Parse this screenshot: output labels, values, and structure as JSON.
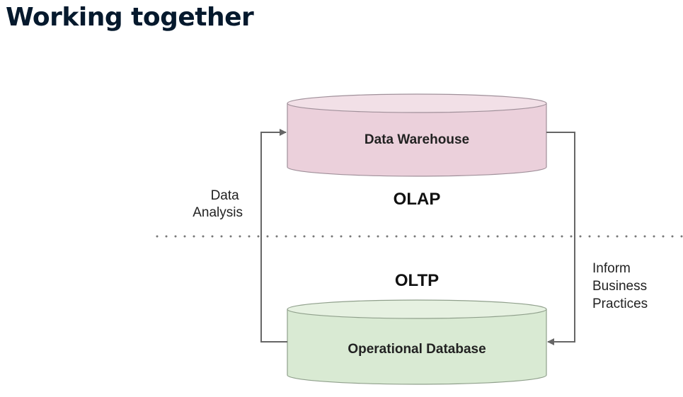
{
  "title": "Working together",
  "diagram": {
    "top_store": {
      "label": "Data Warehouse",
      "color": "#ebd0db",
      "top_color": "#f2e0e7",
      "stroke": "#a0909a"
    },
    "bottom_store": {
      "label": "Operational Database",
      "color": "#d9ead3",
      "top_color": "#e6f1e1",
      "stroke": "#90a08c"
    },
    "upper_layer": "OLAP",
    "lower_layer": "OLTP",
    "left_arrow_label": [
      "Data",
      "Analysis"
    ],
    "right_arrow_label": [
      "Inform",
      "Business",
      "Practices"
    ],
    "divider": "dotted",
    "arrow_color": "#666666"
  }
}
